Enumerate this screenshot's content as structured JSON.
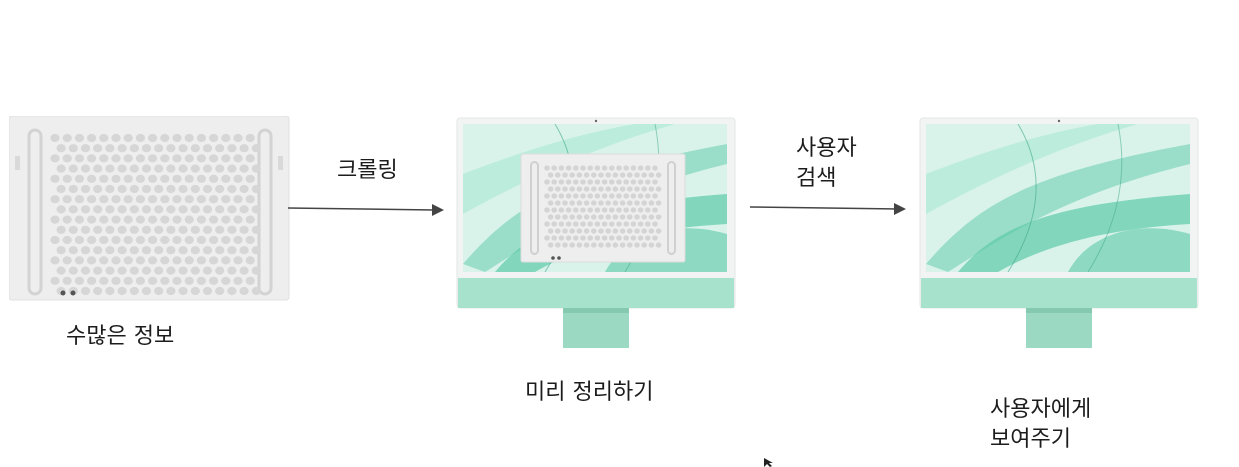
{
  "labels": {
    "source": "수많은 정보",
    "crawling": "크롤링",
    "organize": "미리 정리하기",
    "user_search": "사용자\n검색",
    "show_user": "사용자에게\n보여주기"
  },
  "colors": {
    "server_body": "#ededed",
    "server_hole": "#dcdcdc",
    "imac_green": "#a9e3cf",
    "imac_screen_bg": "#d7f2e8",
    "imac_accent": "#4fc7a4",
    "arrow": "#444444"
  },
  "icons": {
    "source": "server-icon",
    "middle": "imac-icon",
    "right": "imac-icon",
    "cursor": "mouse-cursor-icon"
  }
}
